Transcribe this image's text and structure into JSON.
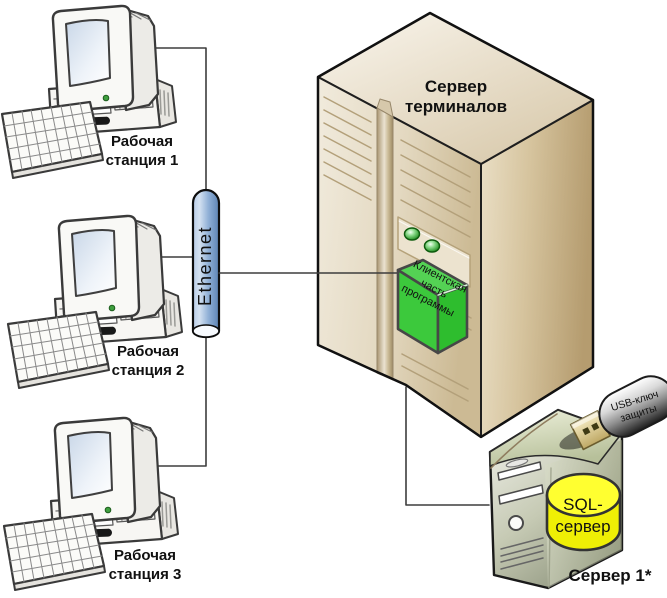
{
  "colors": {
    "line": "#3d3d3d",
    "ethernet_blue": "#7d9fcc",
    "tower_beige": "#e4d8bf",
    "client_green": "#3cc93c",
    "client_green_top": "#54d254",
    "client_green_dark": "#2ebd2e",
    "sql_yellow_top": "#ffff30",
    "sql_yellow_body": "#efef05",
    "led_green": "#4fc24f",
    "usb_gold": "#e3d397"
  },
  "nodes": {
    "workstations": [
      {
        "line1": "Рабочая",
        "line2": "станция 1"
      },
      {
        "line1": "Рабочая",
        "line2": "станция 2"
      },
      {
        "line1": "Рабочая",
        "line2": "станция 3"
      }
    ],
    "ethernet": {
      "label": "Ethernet"
    },
    "terminal_server": {
      "line1": "Сервер",
      "line2": "терминалов"
    },
    "client_software": {
      "line1": "Клиентская",
      "line2": "часть",
      "line3": "программы"
    },
    "usb_key": {
      "line1": "USB-ключ",
      "line2": "защиты"
    },
    "sql_server": {
      "line1": "SQL-",
      "line2": "сервер"
    },
    "server1": {
      "label": "Сервер 1*"
    }
  }
}
